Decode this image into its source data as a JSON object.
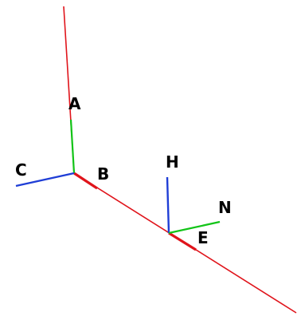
{
  "colors": {
    "red": "#e0141b",
    "green": "#12c418",
    "blue": "#1f3ed6",
    "label": "#000000",
    "background": "#ffffff"
  },
  "labels": {
    "a": "A",
    "b": "B",
    "c": "C",
    "e": "E",
    "h": "H",
    "n": "N"
  }
}
